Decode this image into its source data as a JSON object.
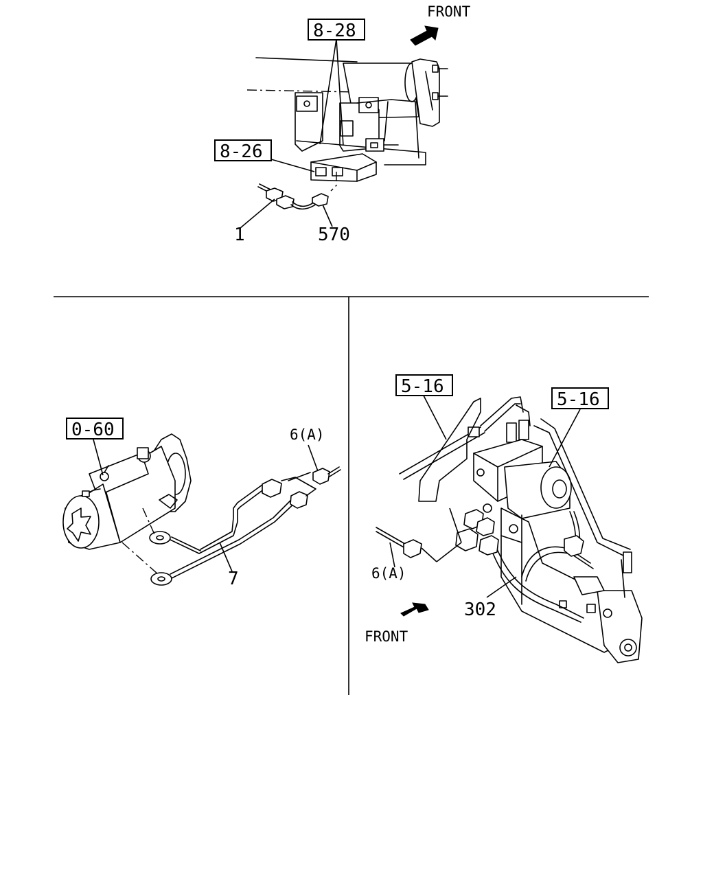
{
  "top_view": {
    "front_label": "FRONT",
    "ref_upper": "8-28",
    "ref_lower": "8-26",
    "part_a": "1",
    "part_b": "570"
  },
  "left_view": {
    "ref": "0-60",
    "connector_label": "6(A)",
    "harness_label": "7"
  },
  "right_view": {
    "ref_left": "5-16",
    "ref_right": "5-16",
    "connector_label": "6(A)",
    "harness_label": "302",
    "front_label": "FRONT"
  }
}
